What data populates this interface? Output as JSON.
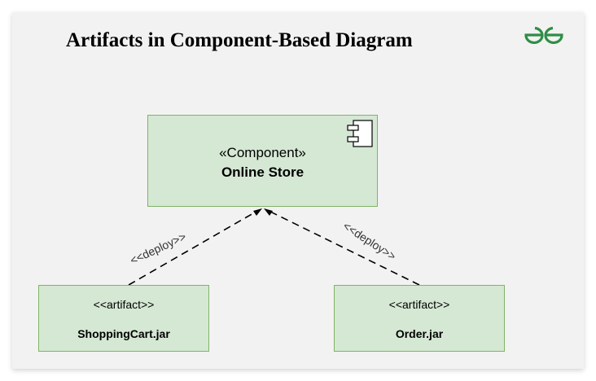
{
  "title": "Artifacts in Component-Based Diagram",
  "logo": {
    "icon": "gfg-logo-icon",
    "color": "#2f8d46"
  },
  "colors": {
    "box_fill": "#d5e8d4",
    "box_border": "#82b366",
    "background": "#f2f2f2"
  },
  "component": {
    "stereotype": "«Component»",
    "name": "Online Store",
    "icon": "component-icon"
  },
  "artifacts": [
    {
      "stereotype": "<<artifact>>",
      "name": "ShoppingCart.jar"
    },
    {
      "stereotype": "<<artifact>>",
      "name": "Order.jar"
    }
  ],
  "edges": [
    {
      "from": "ShoppingCart.jar",
      "to": "Online Store",
      "label": "<<deploy>>",
      "style": "dashed-arrow"
    },
    {
      "from": "Order.jar",
      "to": "Online Store",
      "label": "<<deploy>>",
      "style": "dashed-arrow"
    }
  ]
}
